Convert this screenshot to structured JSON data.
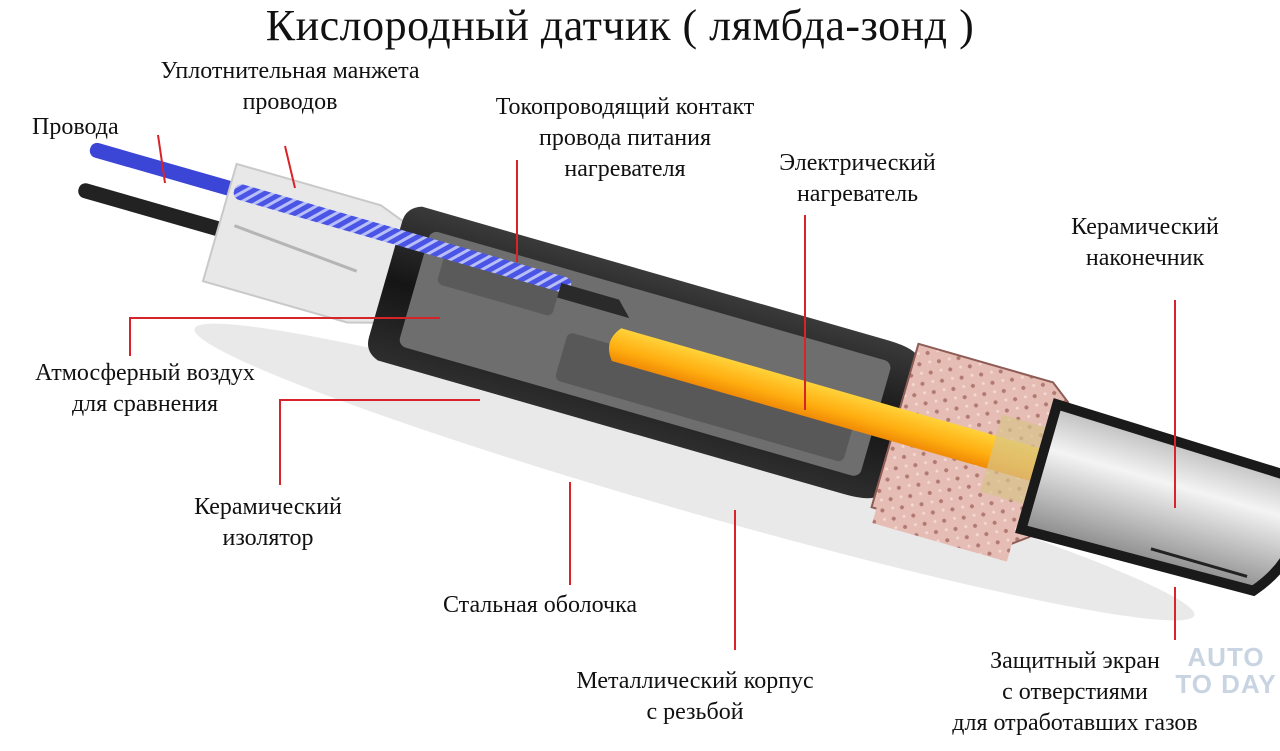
{
  "title": "Кислородный датчик ( лямбда-зонд )",
  "labels": {
    "wires": "Провода",
    "seal_cuff": "Уплотнительная манжета\nпроводов",
    "contact": "Токопроводящий контакт\nпровода питания\nнагревателя",
    "heater": "Электрический\nнагреватель",
    "ceramic_tip": "Керамический\nнаконечник",
    "reference_air": "Атмосферный воздух\nдля сравнения",
    "ceramic_insulator": "Керамический\nизолятор",
    "steel_shell": "Стальная оболочка",
    "metal_body": "Металлический корпус\nс резьбой",
    "shield": "Защитный экран\nс отверстиями\nдля отработавших газов"
  },
  "watermark": "AUTO TO DAY",
  "colors": {
    "leader_line": "#d8232a",
    "wire_blue": "#3b45d6",
    "heater_orange": "#ffb20f",
    "thread_pink": "#e3b8b0",
    "shell_dark": "#1f1f1f",
    "insulator_gray": "#6e6e6e",
    "cuff_white": "#e8e8e8"
  }
}
